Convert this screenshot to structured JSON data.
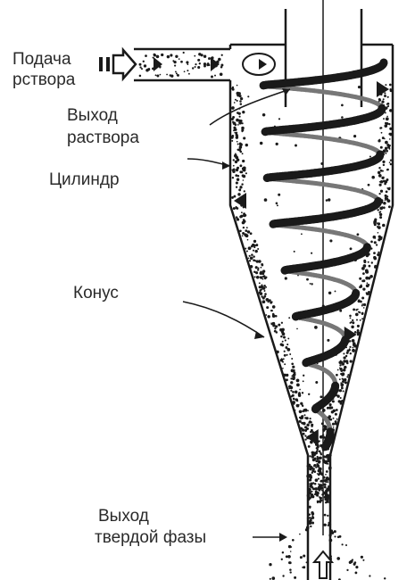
{
  "labels": {
    "feed_line1": "Подача",
    "feed_line2": "рствора",
    "outlet_line1": "Выход",
    "outlet_line2": "раствора",
    "cylinder": "Цилиндр",
    "cone": "Конус",
    "solid_outlet_line1": "Выход",
    "solid_outlet_line2": "твердой фазы"
  },
  "colors": {
    "ink": "#1a1a1a",
    "label": "#2a2a2a",
    "background": "#ffffff"
  }
}
